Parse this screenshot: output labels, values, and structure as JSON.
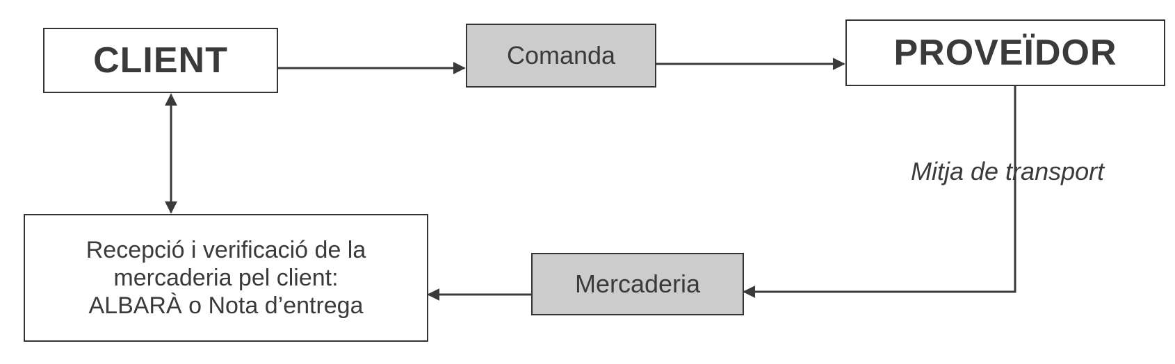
{
  "nodes": {
    "client": "CLIENT",
    "comanda": "Comanda",
    "proveidor": "PROVEÏDOR",
    "mercaderia": "Mercaderia",
    "recepcio": [
      "Recepció i verificació de la",
      "mercaderia pel client:",
      "ALBARÀ o Nota d’entrega"
    ]
  },
  "edges": {
    "transport_label": "Mitja de transport"
  },
  "colors": {
    "line": "#3a3a3a",
    "grey_box": "#cccccc"
  }
}
